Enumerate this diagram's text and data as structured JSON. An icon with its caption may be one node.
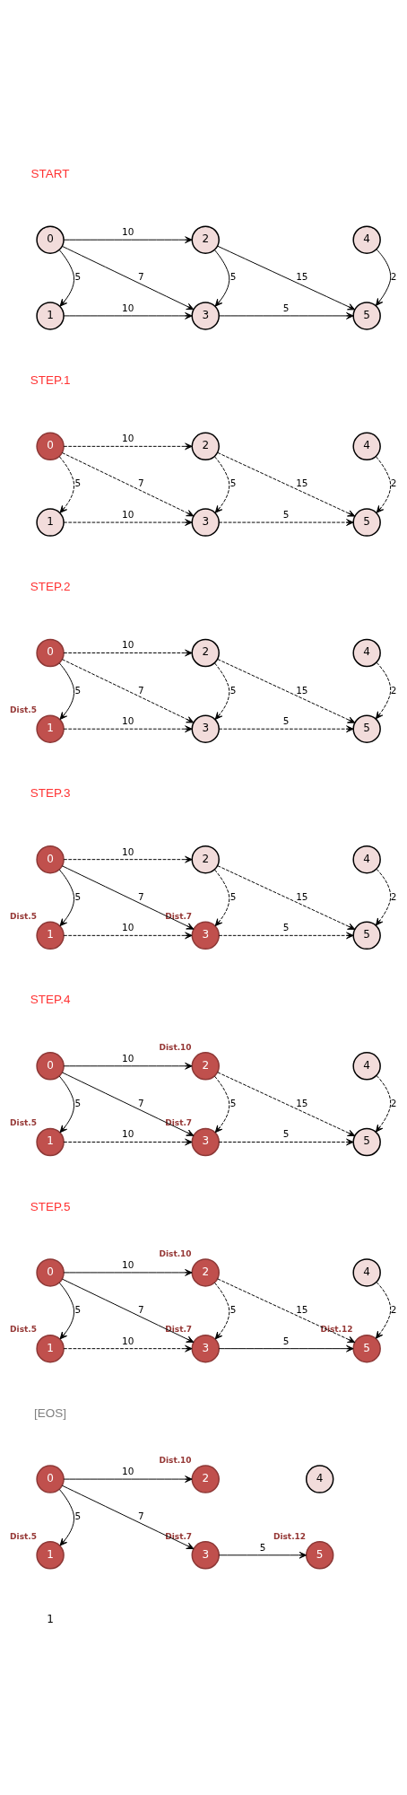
{
  "diagram": {
    "nodes": [
      {
        "text": [
          "0"
        ]
      },
      {
        "text": [
          "1"
        ]
      },
      {
        "text": [
          "2"
        ]
      },
      {
        "text": [
          "3"
        ]
      },
      {
        "text": [
          "4"
        ]
      },
      {
        "text": [
          "5"
        ]
      },
      {
        "text": [
          "0"
        ]
      },
      {
        "text": [
          "1"
        ]
      },
      {
        "text": [
          "2"
        ]
      },
      {
        "text": [
          "3"
        ]
      },
      {
        "text": [
          "4"
        ]
      },
      {
        "text": [
          "5"
        ]
      },
      {
        "text": [
          "0"
        ]
      },
      {
        "text": [
          "1"
        ],
        "beside": [
          "Dist.5"
        ]
      },
      {
        "text": [
          "2"
        ]
      },
      {
        "text": [
          "3"
        ]
      },
      {
        "text": [
          "4"
        ]
      },
      {
        "text": [
          "5"
        ]
      },
      {
        "text": [
          "0"
        ]
      },
      {
        "text": [
          "1"
        ],
        "beside": [
          "Dist.5"
        ]
      },
      {
        "text": [
          "2"
        ]
      },
      {
        "text": [
          "3"
        ],
        "beside": [
          "Dist.7"
        ]
      },
      {
        "text": [
          "4"
        ]
      },
      {
        "text": [
          "5"
        ]
      },
      {
        "text": [
          "0"
        ]
      },
      {
        "text": [
          "1"
        ],
        "beside": [
          "Dist.5"
        ]
      },
      {
        "text": [
          "2"
        ],
        "beside": [
          "Dist.10"
        ]
      },
      {
        "text": [
          "3"
        ],
        "beside": [
          "Dist.7"
        ]
      },
      {
        "text": [
          "4"
        ]
      },
      {
        "text": [
          "5"
        ]
      },
      {
        "text": [
          "0"
        ]
      },
      {
        "text": [
          "1"
        ],
        "beside": [
          "Dist.5"
        ]
      },
      {
        "text": [
          "2"
        ],
        "beside": [
          "Dist.10"
        ]
      },
      {
        "text": [
          "3"
        ],
        "beside": [
          "Dist.7"
        ]
      },
      {
        "text": [
          "4"
        ]
      },
      {
        "text": [
          "5"
        ],
        "beside": [
          "Dist.12"
        ]
      },
      {
        "text": [
          "0"
        ]
      },
      {
        "text": [
          "1"
        ],
        "beside": [
          "Dist.5"
        ]
      },
      {
        "text": [
          "2"
        ],
        "beside": [
          "Dist.10"
        ]
      },
      {
        "text": [
          "3"
        ],
        "beside": [
          "Dist.7"
        ]
      },
      {
        "text": [
          "4"
        ]
      },
      {
        "text": [
          "5"
        ],
        "beside": [
          "Dist.12"
        ]
      }
    ],
    "edges": [
      {
        "from": 0,
        "to": 2,
        "arrow": "to",
        "label": "10"
      },
      {
        "from": 0,
        "to": 1,
        "arrow": "to",
        "label": "5"
      },
      {
        "from": 0,
        "to": 3,
        "arrow": "to",
        "label": "7"
      },
      {
        "from": 2,
        "to": 3,
        "arrow": "to",
        "label": "5"
      },
      {
        "from": 2,
        "to": 5,
        "arrow": "to",
        "label": "15"
      },
      {
        "from": 1,
        "to": 3,
        "arrow": "to",
        "label": "10"
      },
      {
        "from": 3,
        "to": 5,
        "arrow": "to",
        "label": "5"
      },
      {
        "from": 4,
        "to": 5,
        "arrow": "to",
        "label": "2"
      },
      {
        "from": 6,
        "to": 8,
        "arrow": "to",
        "label": "10",
        "style": "dashed"
      },
      {
        "from": 6,
        "to": 7,
        "arrow": "to",
        "label": "5",
        "style": "dashed"
      },
      {
        "from": 6,
        "to": 9,
        "arrow": "to",
        "label": "7",
        "style": "dashed"
      },
      {
        "from": 8,
        "to": 9,
        "arrow": "to",
        "label": "5",
        "style": "dashed"
      },
      {
        "from": 8,
        "to": 11,
        "arrow": "to",
        "label": "15",
        "style": "dashed"
      },
      {
        "from": 7,
        "to": 9,
        "arrow": "to",
        "label": "10",
        "style": "dashed"
      },
      {
        "from": 9,
        "to": 11,
        "arrow": "to",
        "label": "5",
        "style": "dashed"
      },
      {
        "from": 10,
        "to": 11,
        "arrow": "to",
        "label": "2",
        "style": "dashed"
      },
      {
        "from": 12,
        "to": 14,
        "arrow": "to",
        "label": "10",
        "style": "dashed"
      },
      {
        "from": 12,
        "to": 13,
        "arrow": "to",
        "label": "5"
      },
      {
        "from": 12,
        "to": 15,
        "arrow": "to",
        "label": "7",
        "style": "dashed"
      },
      {
        "from": 14,
        "to": 15,
        "arrow": "to",
        "label": "5",
        "style": "dashed"
      },
      {
        "from": 14,
        "to": 17,
        "arrow": "to",
        "label": "15",
        "style": "dashed"
      },
      {
        "from": 13,
        "to": 15,
        "arrow": "to",
        "label": "10",
        "style": "dashed"
      },
      {
        "from": 15,
        "to": 17,
        "arrow": "to",
        "label": "5",
        "style": "dashed"
      },
      {
        "from": 16,
        "to": 17,
        "arrow": "to",
        "label": "2",
        "style": "dashed"
      },
      {
        "from": 18,
        "to": 20,
        "arrow": "to",
        "label": "10",
        "style": "dashed"
      },
      {
        "from": 18,
        "to": 19,
        "arrow": "to",
        "label": "5"
      },
      {
        "from": 18,
        "to": 21,
        "arrow": "to",
        "label": "7"
      },
      {
        "from": 20,
        "to": 21,
        "arrow": "to",
        "label": "5",
        "style": "dashed"
      },
      {
        "from": 20,
        "to": 23,
        "arrow": "to",
        "label": "15",
        "style": "dashed"
      },
      {
        "from": 19,
        "to": 21,
        "arrow": "to",
        "label": "10",
        "style": "dashed"
      },
      {
        "from": 21,
        "to": 23,
        "arrow": "to",
        "label": "5",
        "style": "dashed"
      },
      {
        "from": 22,
        "to": 23,
        "arrow": "to",
        "label": "2",
        "style": "dashed"
      },
      {
        "from": 24,
        "to": 26,
        "arrow": "to",
        "label": "10"
      },
      {
        "from": 24,
        "to": 25,
        "arrow": "to",
        "label": "5"
      },
      {
        "from": 24,
        "to": 27,
        "arrow": "to",
        "label": "7"
      },
      {
        "from": 26,
        "to": 27,
        "arrow": "to",
        "label": "5",
        "style": "dashed"
      },
      {
        "from": 26,
        "to": 29,
        "arrow": "to",
        "label": "15",
        "style": "dashed"
      },
      {
        "from": 25,
        "to": 27,
        "arrow": "to",
        "label": "10",
        "style": "dashed"
      },
      {
        "from": 27,
        "to": 29,
        "arrow": "to",
        "label": "5",
        "style": "dashed"
      },
      {
        "from": 28,
        "to": 29,
        "arrow": "to",
        "label": "2",
        "style": "dashed"
      },
      {
        "from": 30,
        "to": 32,
        "arrow": "to",
        "label": "10"
      },
      {
        "from": 30,
        "to": 31,
        "arrow": "to",
        "label": "5"
      },
      {
        "from": 30,
        "to": 33,
        "arrow": "to",
        "label": "7"
      },
      {
        "from": 32,
        "to": 33,
        "arrow": "to",
        "label": "5",
        "style": "dashed"
      },
      {
        "from": 32,
        "to": 35,
        "arrow": "to",
        "label": "15",
        "style": "dashed"
      },
      {
        "from": 31,
        "to": 33,
        "arrow": "to",
        "label": "10",
        "style": "dashed"
      },
      {
        "from": 33,
        "to": 35,
        "arrow": "to",
        "label": "5"
      },
      {
        "from": 34,
        "to": 35,
        "arrow": "to",
        "label": "2",
        "style": "dashed"
      },
      {
        "from": 36,
        "to": 38,
        "arrow": "to",
        "label": "10"
      },
      {
        "from": 36,
        "to": 37,
        "arrow": "to",
        "label": "5"
      },
      {
        "from": 36,
        "to": 39,
        "arrow": "to",
        "label": "7"
      },
      {
        "from": 39,
        "to": 41,
        "arrow": "to",
        "label": "5"
      }
    ],
    "labels": [
      "START",
      "STEP.1",
      "STEP.2",
      "STEP.3",
      "STEP.4",
      "STEP.5",
      "[EOS]",
      "1"
    ]
  }
}
